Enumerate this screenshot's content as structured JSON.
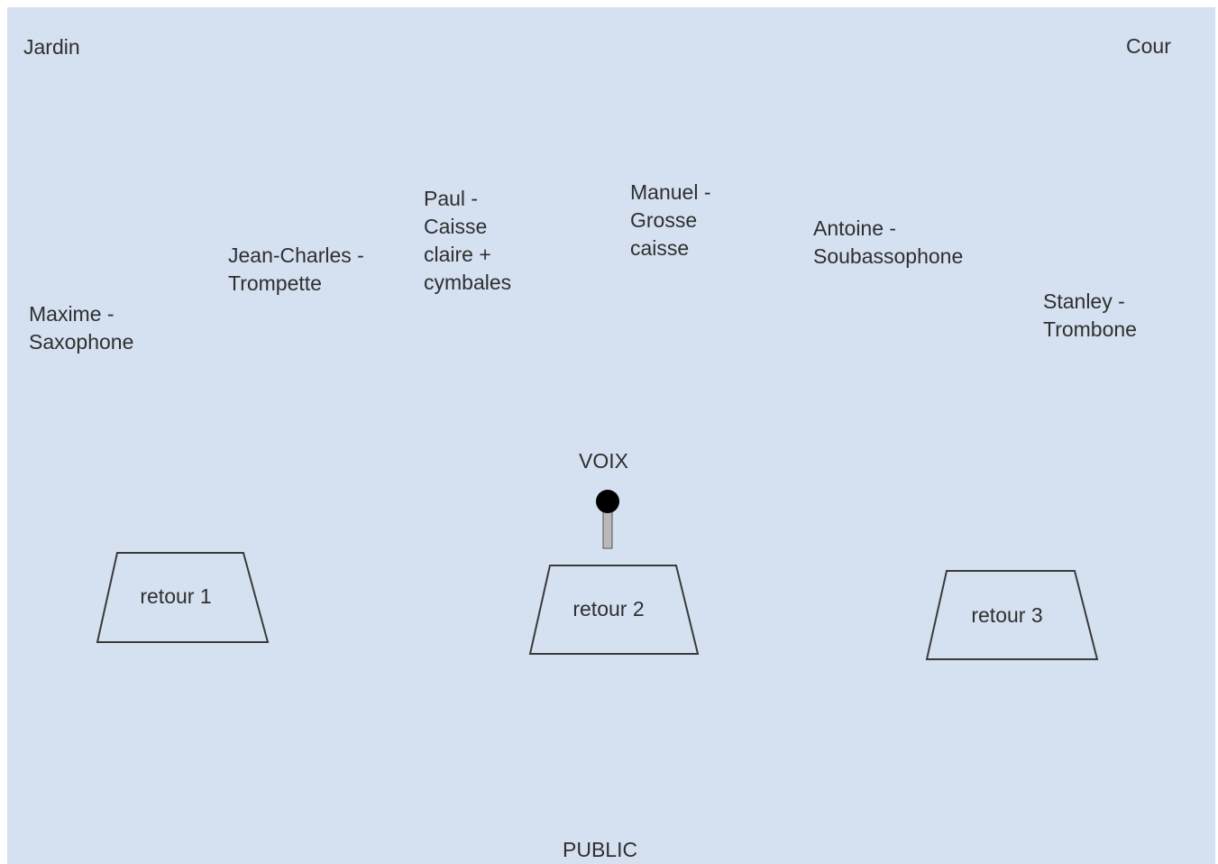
{
  "stage": {
    "left_side": "Jardin",
    "right_side": "Cour",
    "audience": "PUBLIC",
    "voice_label": "VOIX"
  },
  "musicians": [
    {
      "lines": [
        "Maxime -",
        "Saxophone"
      ]
    },
    {
      "lines": [
        "Jean-Charles -",
        "Trompette"
      ]
    },
    {
      "lines": [
        "Paul -",
        "Caisse",
        "claire +",
        "cymbales"
      ]
    },
    {
      "lines": [
        "Manuel -",
        "Grosse",
        "caisse"
      ]
    },
    {
      "lines": [
        "Antoine -",
        "Soubassophone"
      ]
    },
    {
      "lines": [
        "Stanley -",
        "Trombone"
      ]
    }
  ],
  "monitors": [
    {
      "label": "retour 1"
    },
    {
      "label": "retour 2"
    },
    {
      "label": "retour 3"
    }
  ],
  "colors": {
    "background": "#d5e1f1",
    "text": "#2f2f2f",
    "outline": "#3a3a3a",
    "mic_head": "#000000",
    "mic_stand": "#b9b9b9"
  }
}
